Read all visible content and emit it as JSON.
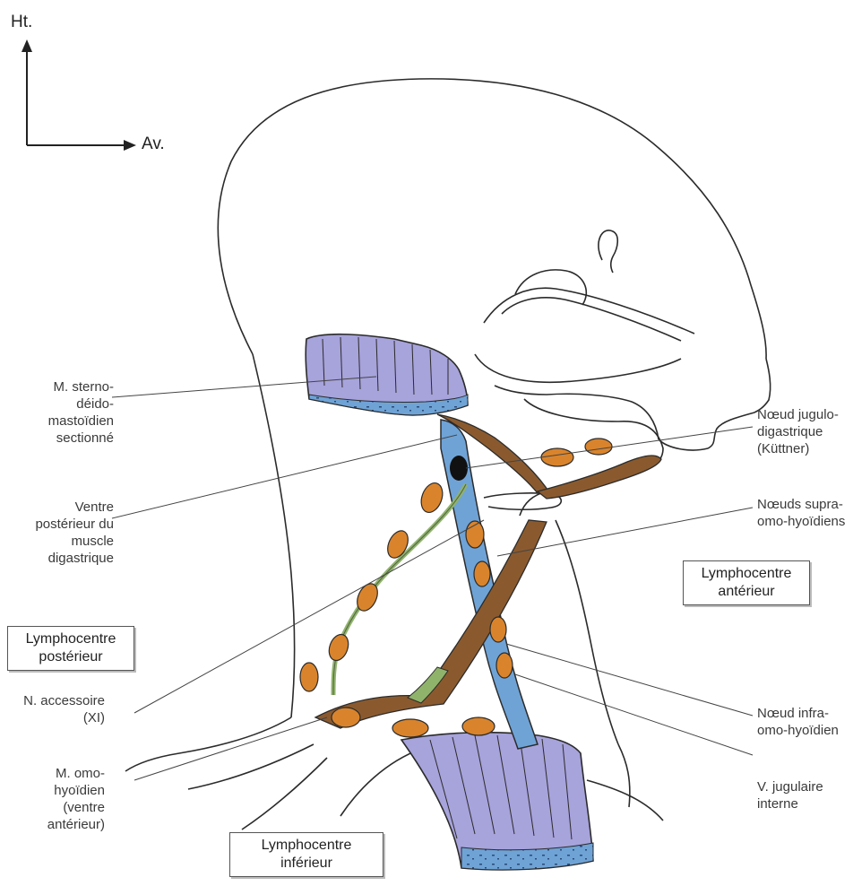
{
  "colors": {
    "muscle_scm": "#a7a3db",
    "muscle_brown": "#8a5a2e",
    "lymph_node": "#d9842c",
    "jugular_vein": "#6fa3d6",
    "nerve": "#8fb36b",
    "outline": "#2b2b2b"
  },
  "orientation": {
    "up_label": "Ht.",
    "forward_label": "Av."
  },
  "labels": {
    "scm": "M. sterno-\ndéido-\nmastoïdien\nsectionné",
    "digastric": "Ventre\npostérieur du\nmuscle\ndigastrique",
    "accessory": "N. accessoire\n(XI)",
    "omohyoid": "M. omo-\nhyoïdien\n(ventre\nantérieur)",
    "jugulodigastric": "Nœud jugulo-\ndigastrique\n(Küttner)",
    "supraomohyoid": "Nœuds supra-\nomo-hyoïdiens",
    "infraomohyoid": "Nœud infra-\nomo-hyoïdien",
    "jugular": "V. jugulaire\ninterne"
  },
  "regions": {
    "posterior": "Lymphocentre\npostérieur",
    "anterior": "Lymphocentre\nantérieur",
    "inferior": "Lymphocentre\ninférieur"
  }
}
